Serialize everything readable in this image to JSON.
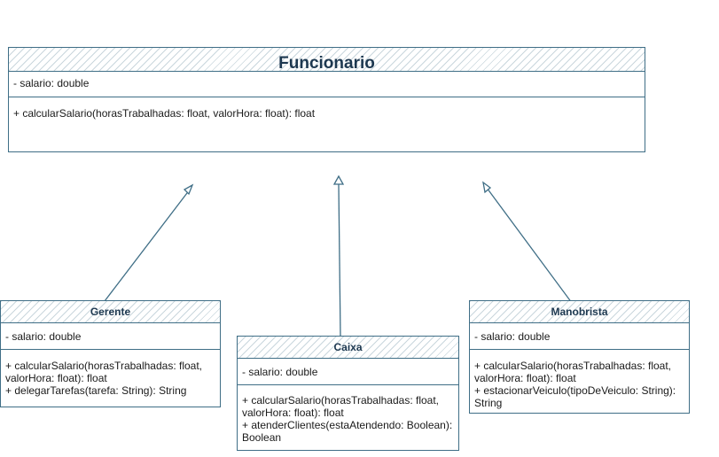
{
  "diagram": {
    "classes": {
      "funcionario": {
        "name": "Funcionario",
        "attributes": [
          "- salario: double"
        ],
        "methods": [
          "+ calcularSalario(horasTrabalhadas: float, valorHora: float): float"
        ]
      },
      "gerente": {
        "name": "Gerente",
        "attributes": [
          "- salario: double"
        ],
        "methods": [
          "+ calcularSalario(horasTrabalhadas: float,",
          "valorHora: float): float",
          "+ delegarTarefas(tarefa: String): String"
        ]
      },
      "caixa": {
        "name": "Caixa",
        "attributes": [
          "- salario: double"
        ],
        "methods": [
          "+ calcularSalario(horasTrabalhadas: float,",
          "valorHora: float): float",
          "+ atenderClientes(estaAtendendo: Boolean):",
          "Boolean"
        ]
      },
      "manobrista": {
        "name": "Manobrista",
        "attributes": [
          "- salario: double"
        ],
        "methods": [
          "+ calcularSalario(horasTrabalhadas: float,",
          "valorHora: float): float",
          "+ estacionarVeiculo(tipoDeVeiculo: String):",
          "String"
        ]
      }
    },
    "stroke_color": "#3f6e86",
    "header_text_color": "#1d3850"
  }
}
